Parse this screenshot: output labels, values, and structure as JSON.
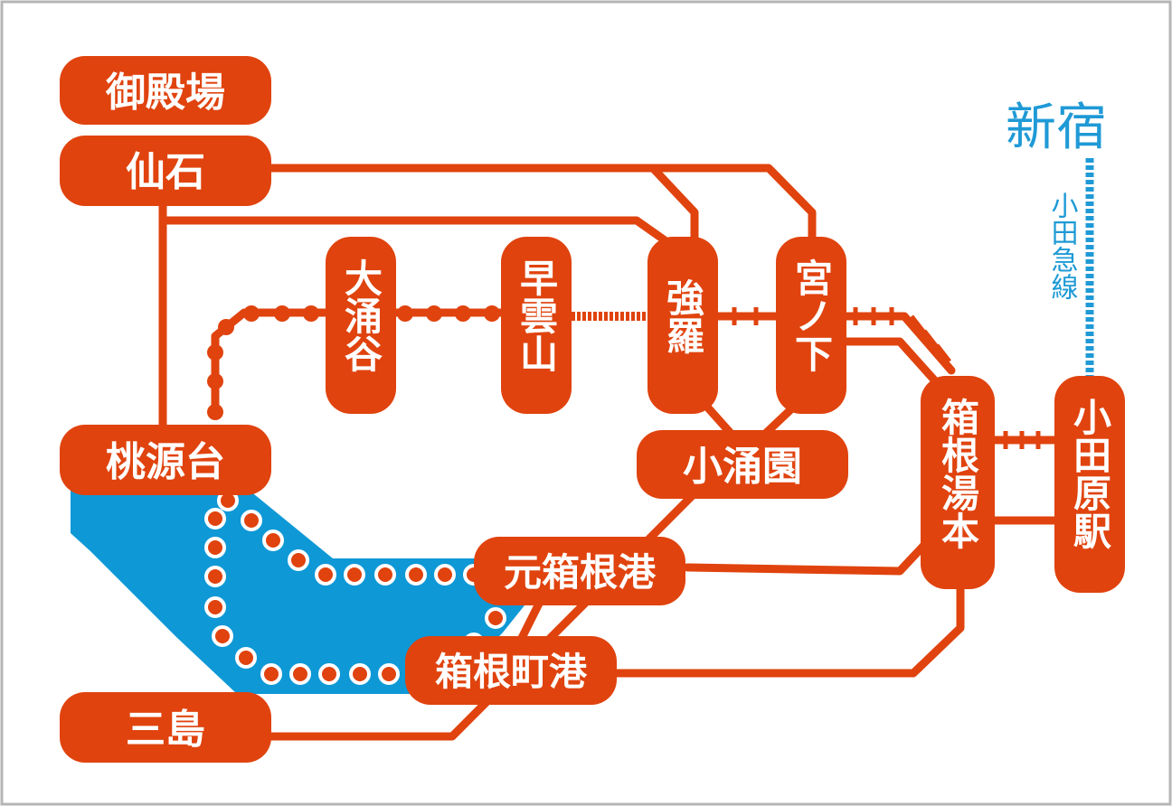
{
  "colors": {
    "route": "#e0430e",
    "lake": "#0e98d6",
    "odakyu": "#1f9ad6",
    "label_text": "#ffffff"
  },
  "stations": {
    "gotemba": "御殿場",
    "sengoku": "仙石",
    "owakudani": "大涌谷",
    "sounzan": "早雲山",
    "gora": "強羅",
    "miyanoshita": "宮ノ下",
    "kowakien": "小涌園",
    "togendai": "桃源台",
    "motohakone": "元箱根港",
    "hakonemachi": "箱根町港",
    "mishima": "三島",
    "yumoto": "箱根湯本",
    "odawara": "小田原駅"
  },
  "odakyu": {
    "destination": "新宿",
    "line_name": "小田急線"
  }
}
